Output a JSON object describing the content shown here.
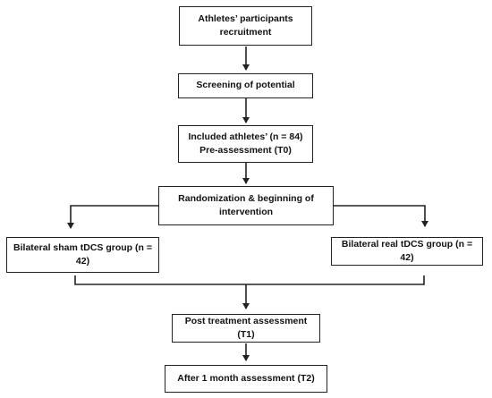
{
  "diagram": {
    "boxes": {
      "recruitment": "Athletes’ participants\nrecruitment",
      "screening": "Screening of potential",
      "included": "Included athletes’ (n = 84)\nPre-assessment (T0)",
      "randomization": "Randomization & beginning of\nintervention",
      "sham_group": "Bilateral sham tDCS group (n = 42)",
      "real_group": "Bilateral real tDCS group (n = 42)",
      "post_treatment": "Post treatment assessment (T1)",
      "follow_up": "After 1 month assessment (T2)"
    },
    "colors": {
      "stroke": "#222222",
      "text": "#111111",
      "background": "#ffffff"
    }
  }
}
